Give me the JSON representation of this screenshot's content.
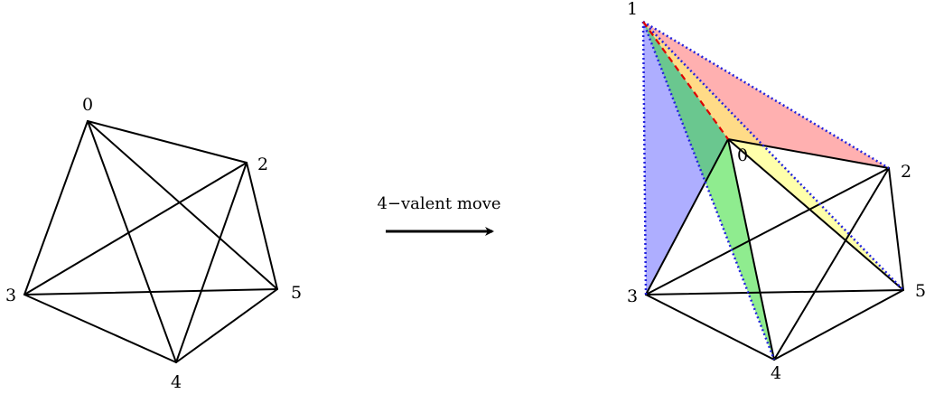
{
  "left_graph": {
    "vertices": [
      {
        "id": "0",
        "label": "0"
      },
      {
        "id": "2",
        "label": "2"
      },
      {
        "id": "3",
        "label": "3"
      },
      {
        "id": "4",
        "label": "4"
      },
      {
        "id": "5",
        "label": "5"
      }
    ],
    "edges": [
      [
        "0",
        "2"
      ],
      [
        "0",
        "3"
      ],
      [
        "0",
        "4"
      ],
      [
        "0",
        "5"
      ],
      [
        "2",
        "3"
      ],
      [
        "2",
        "4"
      ],
      [
        "2",
        "5"
      ],
      [
        "3",
        "4"
      ],
      [
        "3",
        "5"
      ],
      [
        "4",
        "5"
      ]
    ]
  },
  "move": {
    "label": "4−valent move"
  },
  "right_graph": {
    "vertices": [
      {
        "id": "0",
        "label": "0"
      },
      {
        "id": "1",
        "label": "1"
      },
      {
        "id": "2",
        "label": "2"
      },
      {
        "id": "3",
        "label": "3"
      },
      {
        "id": "4",
        "label": "4"
      },
      {
        "id": "5",
        "label": "5"
      }
    ],
    "solid_edges": [
      [
        "0",
        "2"
      ],
      [
        "0",
        "3"
      ],
      [
        "0",
        "4"
      ],
      [
        "0",
        "5"
      ],
      [
        "2",
        "3"
      ],
      [
        "2",
        "4"
      ],
      [
        "2",
        "5"
      ],
      [
        "3",
        "4"
      ],
      [
        "3",
        "5"
      ],
      [
        "4",
        "5"
      ]
    ],
    "dotted_edges": [
      [
        "1",
        "2"
      ],
      [
        "1",
        "3"
      ],
      [
        "1",
        "4"
      ],
      [
        "1",
        "5"
      ]
    ],
    "dashed_edges": [
      [
        "1",
        "0"
      ]
    ],
    "triangles": [
      {
        "name": "triangle-1-0-2",
        "vertices": [
          "1",
          "0",
          "2"
        ],
        "color": "#ff7070"
      },
      {
        "name": "triangle-1-0-3",
        "vertices": [
          "1",
          "0",
          "3"
        ],
        "color": "#6b6bff"
      },
      {
        "name": "triangle-1-0-4",
        "vertices": [
          "1",
          "0",
          "4"
        ],
        "color": "#33dd33"
      },
      {
        "name": "triangle-1-0-5",
        "vertices": [
          "1",
          "0",
          "5"
        ],
        "color": "#ffff66"
      }
    ]
  },
  "colors": {
    "edge": "#000000",
    "dotted": "#2222dd",
    "dashed": "#dd0000"
  }
}
